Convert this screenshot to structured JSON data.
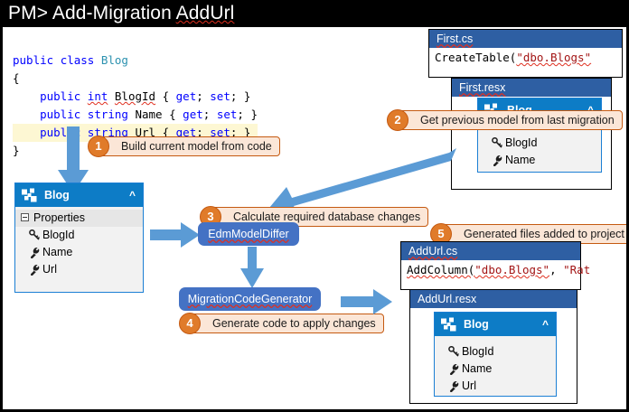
{
  "titlebar": {
    "prompt": "PM> Add-Migration ",
    "argument": "AddUrl"
  },
  "colors": {
    "arrow_blue": "#5B9BD5",
    "component_blue": "#4472C4",
    "class_header_blue": "#0D7CC6",
    "file_header_blue": "#2E5FA3",
    "callout_fill": "#FBE6D7",
    "callout_border": "#C55A11",
    "callout_badge": "#E07B2A",
    "code_highlight": "#FDF7D3",
    "keyword": "#0000FF",
    "type": "#2B91AF",
    "string": "#A31515"
  },
  "code_block": {
    "lines": [
      [
        {
          "t": "public ",
          "c": "kw"
        },
        {
          "t": "class ",
          "c": "kw"
        },
        {
          "t": "Blog",
          "c": "typ"
        }
      ],
      [
        {
          "t": "{",
          "c": ""
        }
      ],
      [
        {
          "t": "    ",
          "c": ""
        },
        {
          "t": "public ",
          "c": "kw"
        },
        {
          "t": "int",
          "c": "kw sq"
        },
        {
          "t": " ",
          "c": ""
        },
        {
          "t": "BlogId",
          "c": "sq"
        },
        {
          "t": " { ",
          "c": ""
        },
        {
          "t": "get",
          "c": "kw"
        },
        {
          "t": "; ",
          "c": ""
        },
        {
          "t": "set",
          "c": "kw"
        },
        {
          "t": "; }",
          "c": ""
        }
      ],
      [
        {
          "t": "    ",
          "c": ""
        },
        {
          "t": "public ",
          "c": "kw"
        },
        {
          "t": "string ",
          "c": "kw"
        },
        {
          "t": "Name",
          "c": ""
        },
        {
          "t": " { ",
          "c": ""
        },
        {
          "t": "get",
          "c": "kw"
        },
        {
          "t": "; ",
          "c": ""
        },
        {
          "t": "set",
          "c": "kw"
        },
        {
          "t": "; }",
          "c": ""
        }
      ],
      [
        {
          "t": "    ",
          "c": ""
        },
        {
          "t": "public ",
          "c": "kw"
        },
        {
          "t": "string ",
          "c": "kw"
        },
        {
          "t": "Url",
          "c": "sq"
        },
        {
          "t": " { ",
          "c": ""
        },
        {
          "t": "get",
          "c": "kw"
        },
        {
          "t": "; ",
          "c": ""
        },
        {
          "t": "set",
          "c": "kw"
        },
        {
          "t": "; }",
          "c": ""
        }
      ],
      [
        {
          "t": "}",
          "c": ""
        }
      ]
    ],
    "highlighted_line_index": 4
  },
  "callouts": [
    {
      "num": "1",
      "text": "Build current model from code"
    },
    {
      "num": "2",
      "text": "Get previous model from last migration"
    },
    {
      "num": "3",
      "text": "Calculate required database changes"
    },
    {
      "num": "4",
      "text": "Generate code to apply changes"
    },
    {
      "num": "5",
      "text": "Generated files added to project"
    }
  ],
  "current_model_panel": {
    "title": "Blog",
    "icon": "class-icon",
    "chevron": "chevron-up-icon",
    "group_label": "Properties",
    "members": [
      {
        "label": "BlogId",
        "icon": "key-property-icon"
      },
      {
        "label": "Name",
        "icon": "property-icon"
      },
      {
        "label": "Url",
        "icon": "property-icon"
      }
    ]
  },
  "previous_model_panel": {
    "title": "Blog",
    "icon": "class-icon",
    "chevron": "chevron-up-icon",
    "members": [
      {
        "label": "BlogId",
        "icon": "key-property-icon"
      },
      {
        "label": "Name",
        "icon": "property-icon"
      }
    ]
  },
  "generated_model_panel": {
    "title": "Blog",
    "icon": "class-icon",
    "chevron": "chevron-up-icon",
    "members": [
      {
        "label": "BlogId",
        "icon": "key-property-icon"
      },
      {
        "label": "Name",
        "icon": "property-icon"
      },
      {
        "label": "Url",
        "icon": "property-icon"
      }
    ]
  },
  "files": {
    "first_cs": {
      "name": "First.cs",
      "code_parts": [
        {
          "t": "CreateTable(",
          "c": ""
        },
        {
          "t": "\"dbo.Blogs\"",
          "c": "str sq"
        }
      ]
    },
    "first_resx": {
      "name": "First.resx"
    },
    "addurl_cs": {
      "name": "AddUrl.cs",
      "code_parts": [
        {
          "t": "AddColumn(",
          "c": "sq"
        },
        {
          "t": "\"dbo.Blogs\"",
          "c": "str sq"
        },
        {
          "t": ", ",
          "c": ""
        },
        {
          "t": "\"Rat",
          "c": "str"
        }
      ]
    },
    "addurl_resx": {
      "name": "AddUrl.resx"
    }
  },
  "components": [
    {
      "label": "EdmModelDiffer"
    },
    {
      "label": "MigrationCodeGenerator"
    }
  ]
}
